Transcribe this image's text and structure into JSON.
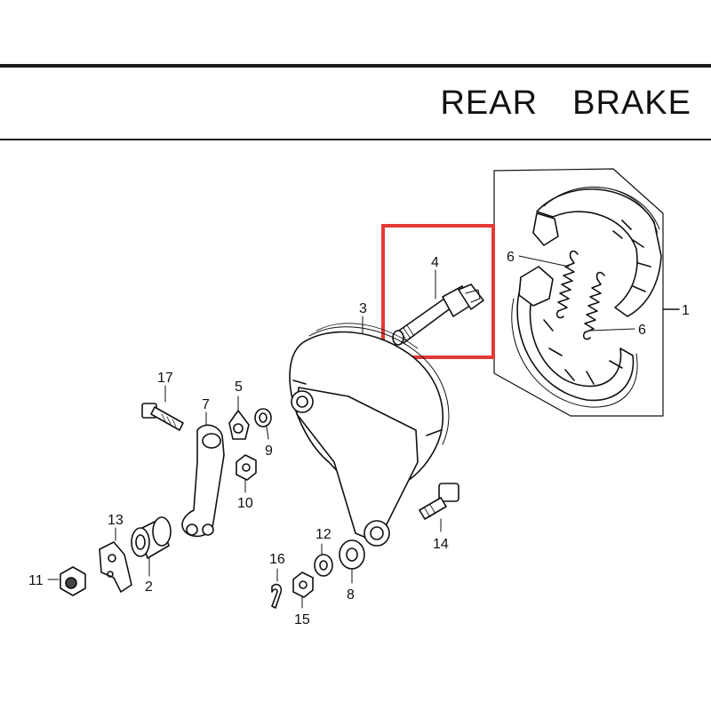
{
  "header": {
    "title": "REAR  BRAKE"
  },
  "callouts": {
    "c1": "1",
    "c2": "2",
    "c3": "3",
    "c4": "4",
    "c5": "5",
    "c6a": "6",
    "c6b": "6",
    "c7": "7",
    "c8": "8",
    "c9": "9",
    "c10": "10",
    "c11": "11",
    "c12": "12",
    "c13": "13",
    "c14": "14",
    "c15": "15",
    "c16": "16",
    "c17": "17"
  },
  "colors": {
    "highlight": "#e53935",
    "line": "#111111"
  }
}
